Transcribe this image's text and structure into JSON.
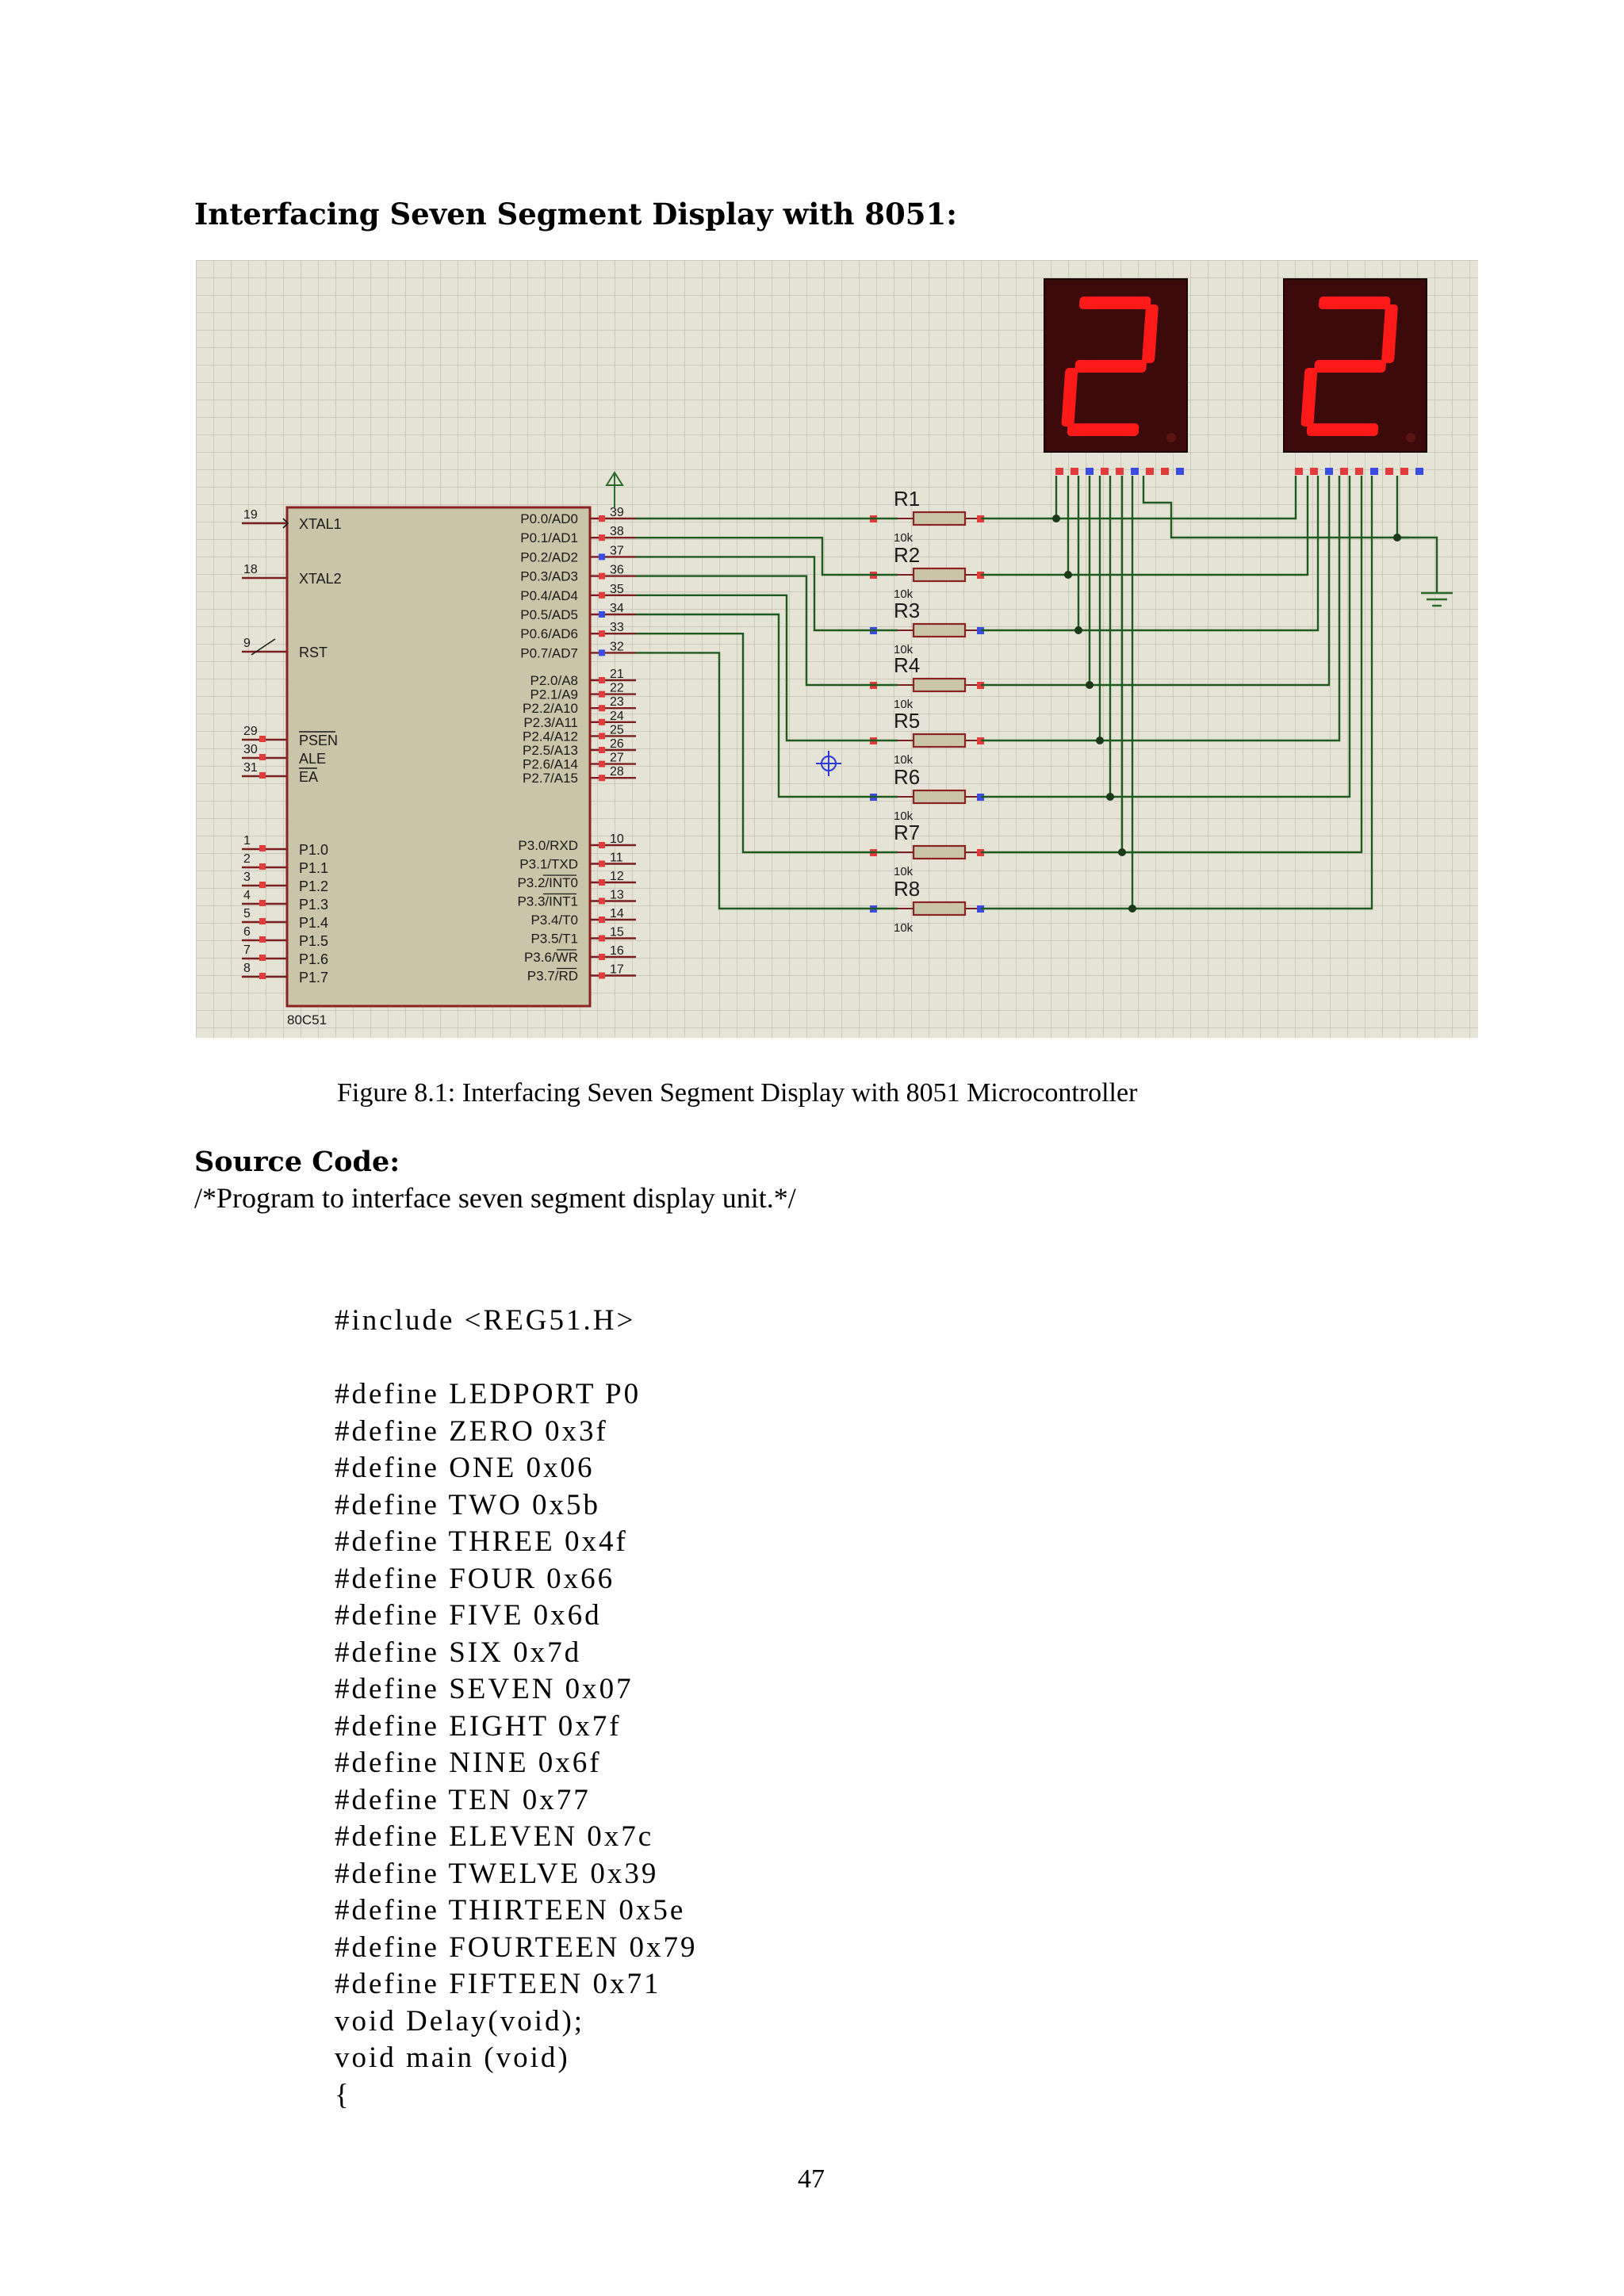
{
  "heading": "Interfacing Seven Segment Display with 8051:",
  "figure": {
    "caption": "Figure 8.1: Interfacing Seven Segment Display with 8051 Microcontroller",
    "chip": {
      "name": "80C51",
      "left_pins": [
        {
          "num": "19",
          "label": "XTAL1"
        },
        {
          "num": "18",
          "label": "XTAL2"
        },
        {
          "num": "9",
          "label": "RST"
        },
        {
          "num": "29",
          "label": "PSEN"
        },
        {
          "num": "30",
          "label": "ALE"
        },
        {
          "num": "31",
          "label": "EA"
        },
        {
          "num": "1",
          "label": "P1.0"
        },
        {
          "num": "2",
          "label": "P1.1"
        },
        {
          "num": "3",
          "label": "P1.2"
        },
        {
          "num": "4",
          "label": "P1.3"
        },
        {
          "num": "5",
          "label": "P1.4"
        },
        {
          "num": "6",
          "label": "P1.5"
        },
        {
          "num": "7",
          "label": "P1.6"
        },
        {
          "num": "8",
          "label": "P1.7"
        }
      ],
      "right_pins": [
        {
          "num": "39",
          "label": "P0.0/AD0"
        },
        {
          "num": "38",
          "label": "P0.1/AD1"
        },
        {
          "num": "37",
          "label": "P0.2/AD2"
        },
        {
          "num": "36",
          "label": "P0.3/AD3"
        },
        {
          "num": "35",
          "label": "P0.4/AD4"
        },
        {
          "num": "34",
          "label": "P0.5/AD5"
        },
        {
          "num": "33",
          "label": "P0.6/AD6"
        },
        {
          "num": "32",
          "label": "P0.7/AD7"
        },
        {
          "num": "21",
          "label": "P2.0/A8"
        },
        {
          "num": "22",
          "label": "P2.1/A9"
        },
        {
          "num": "23",
          "label": "P2.2/A10"
        },
        {
          "num": "24",
          "label": "P2.3/A11"
        },
        {
          "num": "25",
          "label": "P2.4/A12"
        },
        {
          "num": "26",
          "label": "P2.5/A13"
        },
        {
          "num": "27",
          "label": "P2.6/A14"
        },
        {
          "num": "28",
          "label": "P2.7/A15"
        },
        {
          "num": "10",
          "label": "P3.0/RXD"
        },
        {
          "num": "11",
          "label": "P3.1/TXD"
        },
        {
          "num": "12",
          "label": "P3.2/INT0"
        },
        {
          "num": "13",
          "label": "P3.3/INT1"
        },
        {
          "num": "14",
          "label": "P3.4/T0"
        },
        {
          "num": "15",
          "label": "P3.5/T1"
        },
        {
          "num": "16",
          "label": "P3.6/WR"
        },
        {
          "num": "17",
          "label": "P3.7/RD"
        }
      ]
    },
    "resistors": [
      {
        "name": "R1",
        "value": "10k"
      },
      {
        "name": "R2",
        "value": "10k"
      },
      {
        "name": "R3",
        "value": "10k"
      },
      {
        "name": "R4",
        "value": "10k"
      },
      {
        "name": "R5",
        "value": "10k"
      },
      {
        "name": "R6",
        "value": "10k"
      },
      {
        "name": "R7",
        "value": "10k"
      },
      {
        "name": "R8",
        "value": "10k"
      }
    ],
    "displays": [
      {
        "digit": "2"
      },
      {
        "digit": "2"
      }
    ],
    "colors": {
      "grid_bg": "#e5e3d6",
      "grid_line": "#bdbcae",
      "chip_fill": "#c8c5a8",
      "chip_border": "#8b2323",
      "wire": "#1f5a1f",
      "segment_on": "#ff1a1a",
      "display_bg": "#3c0a0a"
    }
  },
  "source_heading": "Source Code:",
  "source_comment": "/*Program to interface seven segment display unit.*/",
  "code_lines": [
    "#include <REG51.H>",
    "",
    "#define LEDPORT P0",
    "#define ZERO 0x3f",
    "#define ONE 0x06",
    "#define TWO 0x5b",
    "#define THREE 0x4f",
    "#define FOUR 0x66",
    "#define FIVE 0x6d",
    "#define SIX 0x7d",
    "#define SEVEN 0x07",
    "#define EIGHT 0x7f",
    "#define NINE 0x6f",
    "#define TEN 0x77",
    "#define ELEVEN 0x7c",
    "#define TWELVE 0x39",
    "#define THIRTEEN 0x5e",
    "#define FOURTEEN 0x79",
    "#define FIFTEEN 0x71",
    "void Delay(void);",
    "void main (void)",
    "{"
  ],
  "page_number": "47"
}
